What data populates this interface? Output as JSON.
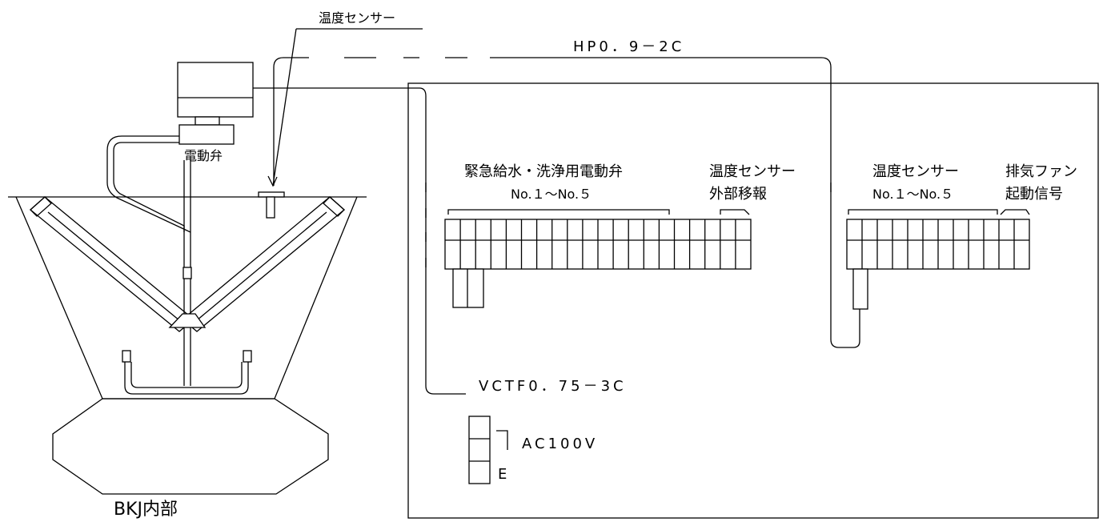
{
  "labels": {
    "temp_sensor_top": "温度センサー",
    "cable_hp": "HP0．9－2C",
    "motor_valve": "電動弁",
    "bkj_interior": "BKJ内部",
    "group1_line1": "緊急給水・洗浄用電動弁",
    "group1_line2": "No.１～No.５",
    "group2_line1": "温度センサー",
    "group2_line2": "外部移報",
    "group3_line1": "温度センサー",
    "group3_line2": "No.１～No.５",
    "group4_line1": "排気ファン",
    "group4_line2": "起動信号",
    "cable_vctf": "VCTF0．75－3C",
    "power_ac": "AC100V",
    "power_e": "E"
  }
}
